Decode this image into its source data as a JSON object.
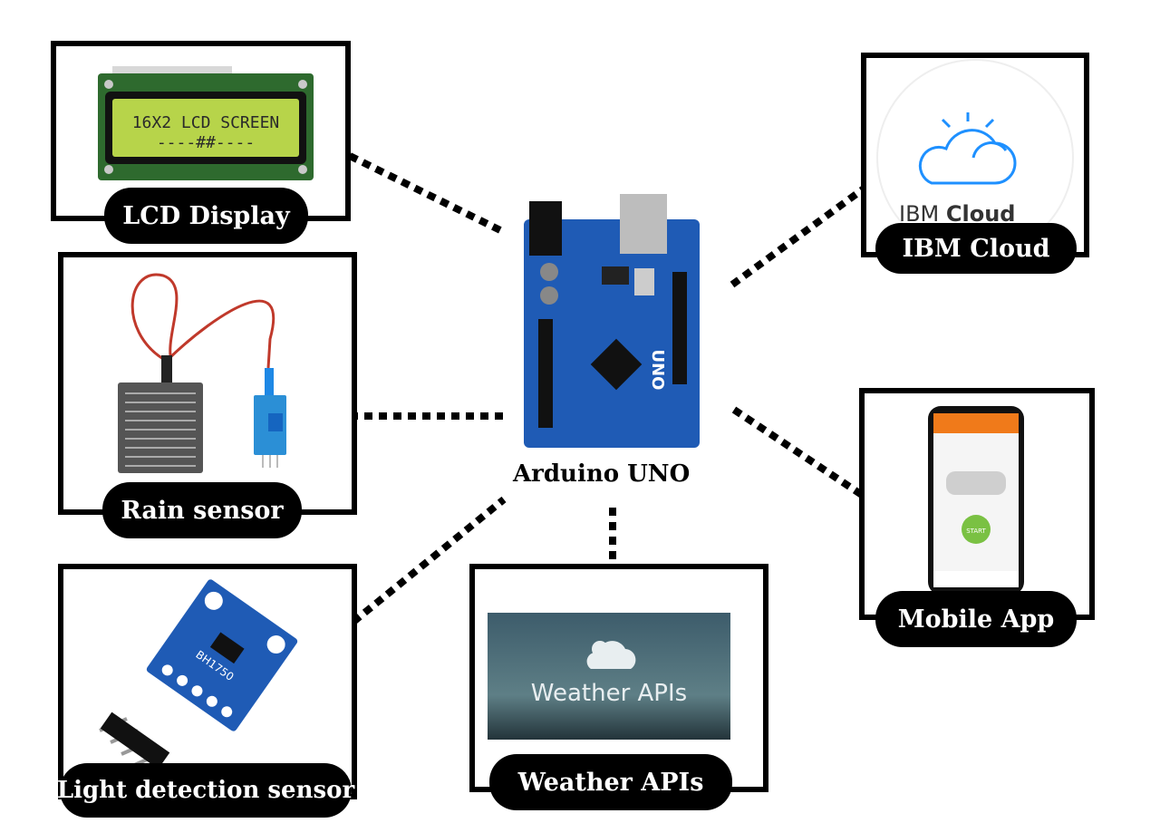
{
  "center": {
    "label": "Arduino UNO",
    "board_text": "UNO",
    "board_color": "#1f5bb5"
  },
  "nodes": {
    "lcd": {
      "label": "LCD Display",
      "screen_line1": "16X2 LCD SCREEN",
      "screen_line2": "----##----",
      "screen_color": "#b7d44a"
    },
    "rain": {
      "label": "Rain sensor"
    },
    "light": {
      "label": "Light detection sensor",
      "chip_text": "BH1750"
    },
    "weather": {
      "label": "Weather APIs",
      "banner_text": "Weather APIs"
    },
    "ibm": {
      "label": "IBM Cloud",
      "logo_text_light": "IBM",
      "logo_text_bold": "Cloud",
      "logo_color": "#1e90ff"
    },
    "mobile": {
      "label": "Mobile App",
      "accent_color": "#f07a1a",
      "start_color": "#7ac143",
      "start_text": "START"
    }
  },
  "colors": {
    "frame": "#000000",
    "connector": "#000000"
  }
}
